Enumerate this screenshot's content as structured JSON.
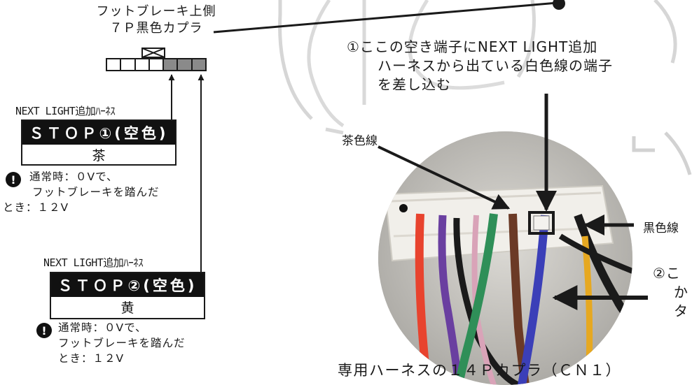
{
  "connector": {
    "caption_line1": "フットブレーキ上側",
    "caption_line2": "７Ｐ黒色カプラ"
  },
  "stop1": {
    "harness_label": "NEXT LIGHT追加ﾊｰﾈｽ",
    "title": "ＳＴＯＰ①(空色)",
    "color": "茶",
    "note_line1": "通常時：０Vで、",
    "note_line2": "フットブレーキを踏んだ",
    "note_line3": "とき：１２V"
  },
  "stop2": {
    "harness_label": "NEXT LIGHT追加ﾊｰﾈｽ",
    "title": "ＳＴＯＰ②(空色)",
    "color": "黄",
    "note_line1": "通常時：０Vで、",
    "note_line2": "フットブレーキを踏んだ",
    "note_line3": "とき：１２V"
  },
  "annotation1": {
    "line1": "①ここの空き端子にNEXT LIGHT追加",
    "line2": "ハーネスから出ている白色線の端子",
    "line3": "を差し込む"
  },
  "labels": {
    "brown_wire": "茶色線",
    "black_wire": "黒色線",
    "photo_caption": "専用ハーネスの１４Ｐカプラ（ＣＮ１）"
  },
  "annotation2": {
    "line1": "②こ",
    "line2": "か",
    "line3": "タ"
  },
  "icons": {
    "warning": "exclamation-circle-icon"
  }
}
